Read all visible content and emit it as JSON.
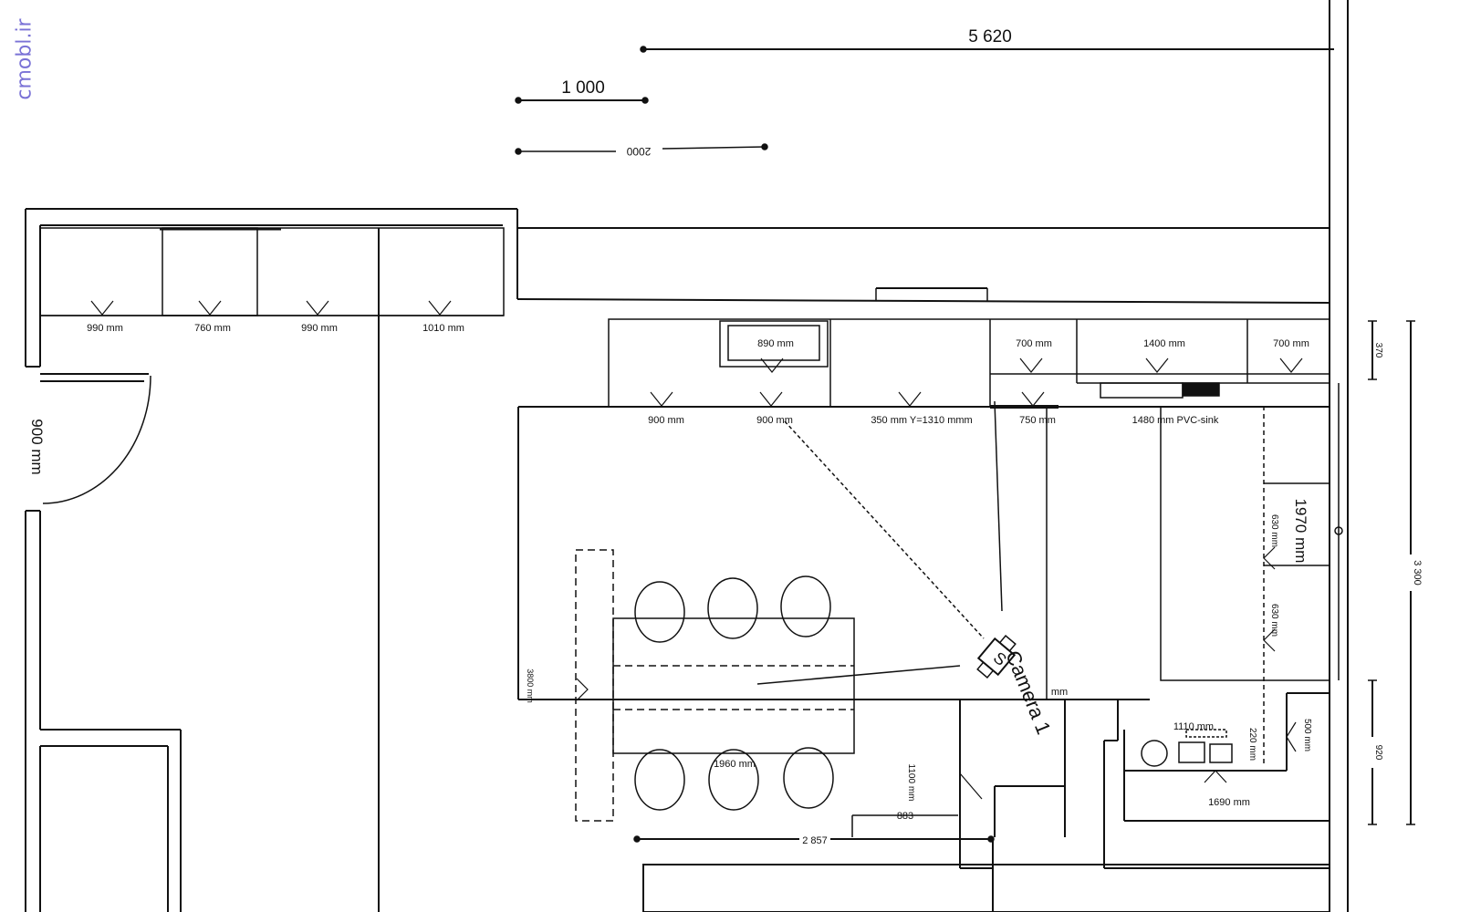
{
  "watermark": "cmobl.ir",
  "dimensions": {
    "top_5620": "5 620",
    "top_1000": "1 000",
    "top_2000": "2000",
    "door_900": "900 mm",
    "right_3300": "3 300",
    "right_370": "370",
    "right_920": "920",
    "bottom_2857": "2 857",
    "v_3800": "3800 mm",
    "v_1100": "1100 mm",
    "v_883": "883",
    "v_1970": "1970 mm",
    "v_630a": "630 mm",
    "v_630b": "630 mm",
    "v_500": "500 mm",
    "v_220": "220 mm"
  },
  "cabinets_left": [
    "990 mm",
    "760 mm",
    "990 mm",
    "1010 mm"
  ],
  "cabinets_upper": [
    "890 mm",
    "700 mm",
    "1400 mm",
    "700 mm"
  ],
  "cabinets_base": [
    "900 mm",
    "900 mm",
    "350 mm Y=1310 mmm",
    "750 mm",
    "1480 mm PVC-sink"
  ],
  "lower_right": [
    "1110 mm",
    "1690 mm",
    "1960 mm",
    "mm"
  ],
  "camera_label": "Camera 1",
  "camera_symbol": "S"
}
